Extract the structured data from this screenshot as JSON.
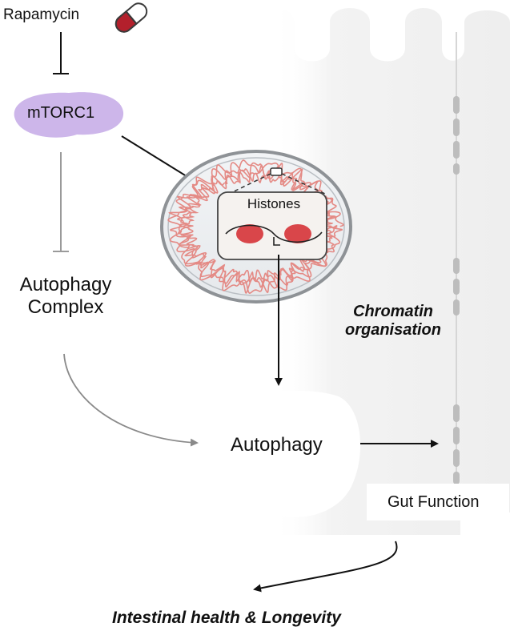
{
  "labels": {
    "rapamycin": "Rapamycin",
    "mtorc1": "mTORC1",
    "autophagy_complex_line1": "Autophagy",
    "autophagy_complex_line2": "Complex",
    "histones": "Histones",
    "chromatin_line1": "Chromatin",
    "chromatin_line2": "organisation",
    "autophagy": "Autophagy",
    "gut_function": "Gut Function",
    "outcome": "Intestinal health & Longevity"
  },
  "icons": {
    "rapamycin": "capsule-icon"
  },
  "colors": {
    "mtorc1_fill": "#cdb6ea",
    "capsule_red": "#b3202c",
    "chromatin_fiber": "#e48a85",
    "histone_fill": "#d9464a",
    "nucleus_border": "#8e9296",
    "cell_fill": "#f1f1f1",
    "junction": "#c2c2c2"
  }
}
